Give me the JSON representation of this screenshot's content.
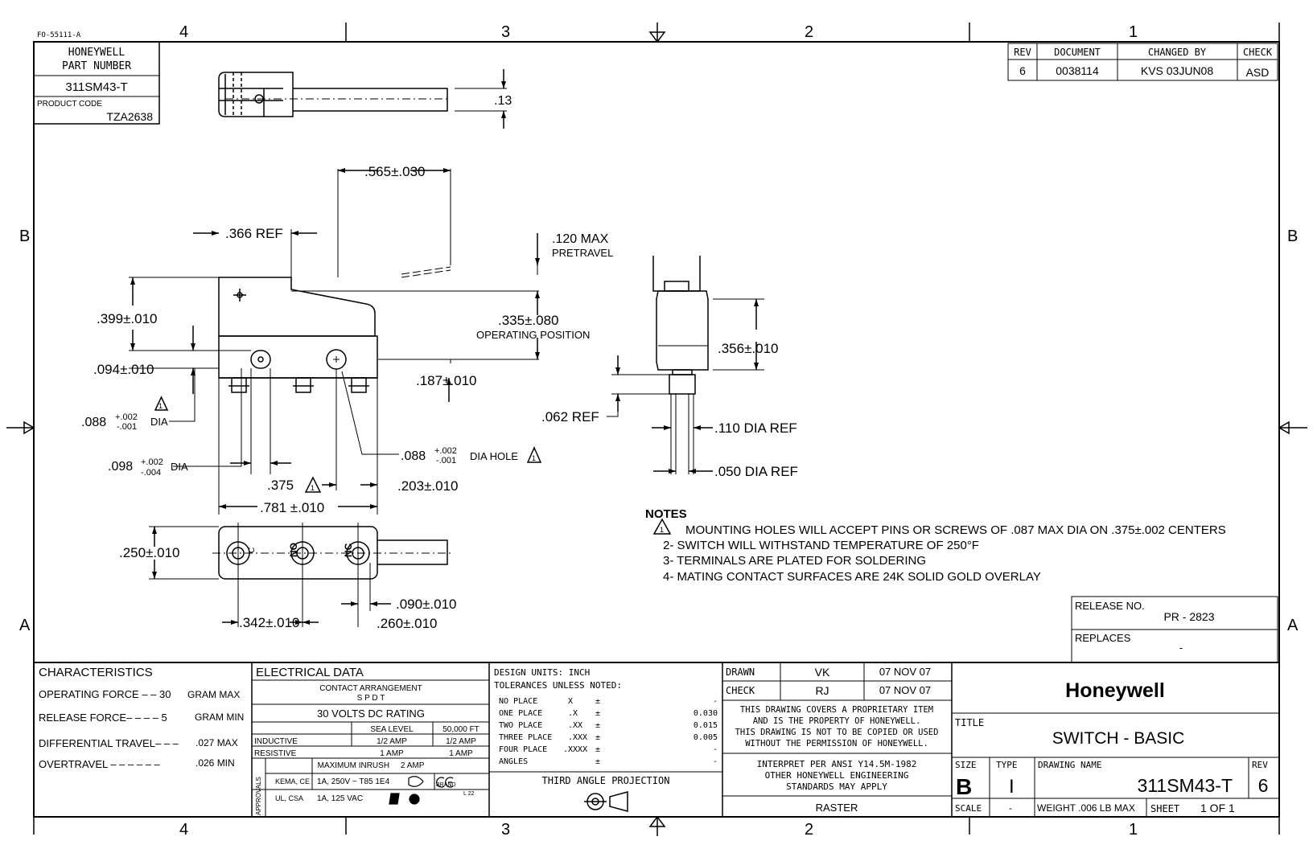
{
  "form_id": "FO-55111-A",
  "zone_cols": [
    "4",
    "3",
    "2",
    "1"
  ],
  "zone_rows": [
    "B",
    "A"
  ],
  "part_box": {
    "title_line1": "HONEYWELL",
    "title_line2": "PART NUMBER",
    "part_number": "311SM43-T",
    "product_code_label": "PRODUCT CODE",
    "product_code": "TZA2638"
  },
  "revision_block": {
    "headers": [
      "REV",
      "DOCUMENT",
      "CHANGED BY",
      "CHECK"
    ],
    "row": [
      "6",
      "0038114",
      "KVS 03JUN08",
      "ASD"
    ]
  },
  "dimensions": {
    "top_thickness": ".13",
    "lever_length": ".565±.030",
    "ref_366": ".366 REF",
    "pretravel_line1": ".120 MAX",
    "pretravel_line2": "PRETRAVEL",
    "op_pos_line1": ".335±.080",
    "op_pos_line2": "OPERATING POSITION",
    "d399": ".399±.010",
    "d094": ".094±.010",
    "d187": ".187±.010",
    "hole_088_base": ".088",
    "hole_088_plus": "+.002",
    "hole_088_minus": "-.001",
    "dia": "DIA",
    "hole_098_base": ".098",
    "hole_098_plus": "+.002",
    "hole_098_minus": "-.004",
    "hole_right_suffix": "DIA HOLE",
    "d375": ".375",
    "d203": ".203±.010",
    "d781": ".781 ±.010",
    "d250": ".250±.010",
    "d090": ".090±.010",
    "d342": ".342±.010",
    "d260": ".260±.010",
    "d356": ".356±.010",
    "ref_062": ".062 REF",
    "dia_110": ".110 DIA REF",
    "dia_050": ".050 DIA REF",
    "term_c": "C",
    "term_no": "NO",
    "term_nc": "NC",
    "note_flag": "1"
  },
  "notes": {
    "heading": "NOTES",
    "items": [
      "MOUNTING HOLES WILL ACCEPT PINS OR SCREWS OF .087 MAX DIA ON .375±.002 CENTERS",
      "2- SWITCH WILL WITHSTAND TEMPERATURE OF 250°F",
      "3- TERMINALS ARE PLATED FOR SOLDERING",
      "4- MATING CONTACT SURFACES ARE 24K SOLID GOLD OVERLAY"
    ]
  },
  "release": {
    "label": "RELEASE NO.",
    "value": "PR - 2823",
    "replaces_label": "REPLACES",
    "replaces_value": "-"
  },
  "characteristics": {
    "header": "CHARACTERISTICS",
    "rows": [
      {
        "label": "OPERATING FORCE – – 30",
        "value": "GRAM MAX"
      },
      {
        "label": "RELEASE FORCE– – – – 5",
        "value": "GRAM MIN"
      },
      {
        "label": "DIFFERENTIAL TRAVEL– – –",
        "value": ".027 MAX"
      },
      {
        "label": "OVERTRAVEL – – – – – –",
        "value": ".026 MIN"
      }
    ]
  },
  "electrical": {
    "header": "ELECTRICAL DATA",
    "contact_line1": "CONTACT ARRANGEMENT",
    "contact_line2": "S P D T",
    "rating": "30 VOLTS DC RATING",
    "col_sea": "SEA LEVEL",
    "col_alt": "50,000 FT",
    "rows": [
      {
        "label": "INDUCTIVE",
        "sea": "1/2 AMP",
        "alt": "1/2 AMP"
      },
      {
        "label": "RESISTIVE",
        "sea": "1 AMP",
        "alt": "1 AMP"
      }
    ],
    "inrush": "MAXIMUM INRUSH     2 AMP",
    "approvals_label": "APPROVALS",
    "approvals": [
      {
        "agency": "KEMA, CE",
        "rating": "1A, 250V ~ T85 1E4"
      },
      {
        "agency": "UL, CSA",
        "rating": "1A, 125 VAC"
      }
    ],
    "brand_label": "BRAND",
    "brand_code": "L 22"
  },
  "tolerances": {
    "design_units": "DESIGN UNITS:  INCH",
    "header": "TOLERANCES UNLESS NOTED:",
    "rows": [
      {
        "label": "NO PLACE",
        "fmt": "X",
        "pm": "±",
        "val": "-"
      },
      {
        "label": "ONE PLACE",
        "fmt": ".X",
        "pm": "±",
        "val": "0.030"
      },
      {
        "label": "TWO PLACE",
        "fmt": ".XX",
        "pm": "±",
        "val": "0.015"
      },
      {
        "label": "THREE PLACE",
        "fmt": ".XXX",
        "pm": "±",
        "val": "0.005"
      },
      {
        "label": "FOUR PLACE",
        "fmt": ".XXXX",
        "pm": "±",
        "val": "-"
      },
      {
        "label": "ANGLES",
        "fmt": "",
        "pm": "±",
        "val": "-"
      }
    ],
    "projection": "THIRD ANGLE PROJECTION"
  },
  "approval_block": {
    "drawn_label": "DRAWN",
    "drawn_by": "VK",
    "drawn_date": "07 NOV 07",
    "check_label": "CHECK",
    "check_by": "RJ",
    "check_date": "07 NOV 07",
    "prop_lines": [
      "THIS DRAWING COVERS A PROPRIETARY ITEM",
      "AND IS THE PROPERTY OF HONEYWELL.",
      "THIS DRAWING IS NOT TO BE COPIED OR USED",
      "WITHOUT THE PERMISSION OF HONEYWELL."
    ],
    "interp_lines": [
      "INTERPRET PER ANSI Y14.5M-1982",
      "OTHER HONEYWELL ENGINEERING",
      "STANDARDS MAY APPLY"
    ],
    "raster": "RASTER"
  },
  "title_block": {
    "company": "Honeywell",
    "title_label": "TITLE",
    "title": "SWITCH - BASIC",
    "size_label": "SIZE",
    "size": "B",
    "type_label": "TYPE",
    "type": "I",
    "drawing_name_label": "DRAWING NAME",
    "drawing_name": "311SM43-T",
    "rev_label": "REV",
    "rev": "6",
    "scale_label": "SCALE",
    "scale": "-",
    "weight": "WEIGHT .006 LB MAX",
    "sheet_label": "SHEET",
    "sheet": "1 OF 1"
  }
}
